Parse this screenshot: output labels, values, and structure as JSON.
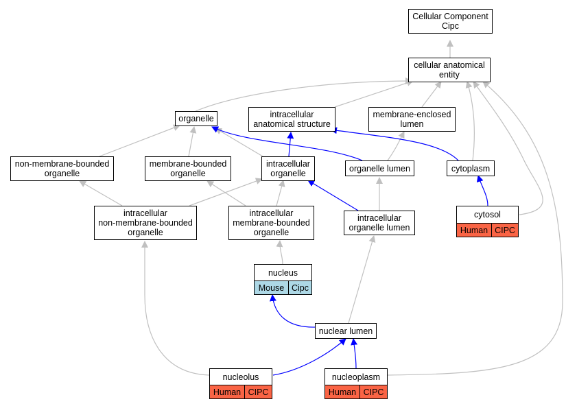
{
  "colors": {
    "gray_edge": "#c0c0c0",
    "blue_edge": "#0000ff",
    "human": "#fa6445",
    "mouse": "#add8e6"
  },
  "nodes": {
    "cellular_component": {
      "label": "Cellular Component\nCipc"
    },
    "cellular_anatomical_entity": {
      "label": "cellular anatomical\nentity"
    },
    "organelle": {
      "label": "organelle"
    },
    "intracellular_anatomical_structure": {
      "label": "intracellular\nanatomical structure"
    },
    "membrane_enclosed_lumen": {
      "label": "membrane-enclosed\nlumen"
    },
    "non_membrane_bounded_organelle": {
      "label": "non-membrane-bounded\norganelle"
    },
    "membrane_bounded_organelle": {
      "label": "membrane-bounded\norganelle"
    },
    "intracellular_organelle": {
      "label": "intracellular\norganelle"
    },
    "organelle_lumen": {
      "label": "organelle lumen"
    },
    "cytoplasm": {
      "label": "cytoplasm"
    },
    "intracellular_non_membrane_bounded_organelle": {
      "label": "intracellular\nnon-membrane-bounded\norganelle"
    },
    "intracellular_membrane_bounded_organelle": {
      "label": "intracellular\nmembrane-bounded\norganelle"
    },
    "intracellular_organelle_lumen": {
      "label": "intracellular\norganelle lumen"
    },
    "cytosol": {
      "label": "cytosol",
      "badges": [
        "Human",
        "CIPC"
      ]
    },
    "nucleus": {
      "label": "nucleus",
      "badges": [
        "Mouse",
        "Cipc"
      ]
    },
    "nuclear_lumen": {
      "label": "nuclear lumen"
    },
    "nucleolus": {
      "label": "nucleolus",
      "badges": [
        "Human",
        "CIPC"
      ]
    },
    "nucleoplasm": {
      "label": "nucleoplasm",
      "badges": [
        "Human",
        "CIPC"
      ]
    }
  }
}
